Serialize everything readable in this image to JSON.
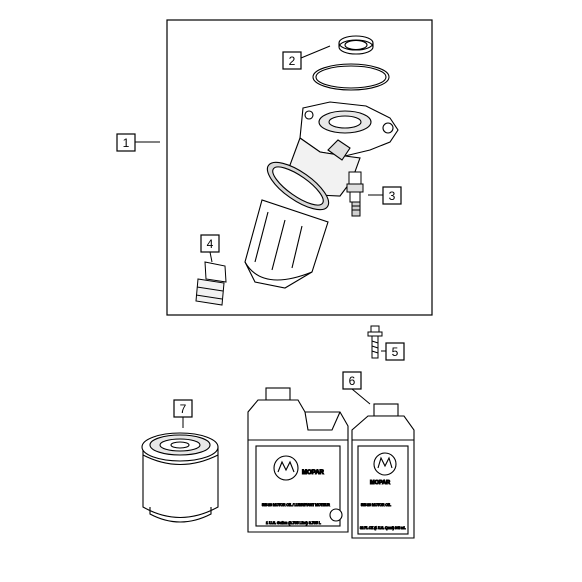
{
  "callouts": [
    {
      "id": "1",
      "label": "1"
    },
    {
      "id": "2",
      "label": "2"
    },
    {
      "id": "3",
      "label": "3"
    },
    {
      "id": "4",
      "label": "4"
    },
    {
      "id": "5",
      "label": "5"
    },
    {
      "id": "6",
      "label": "6"
    },
    {
      "id": "7",
      "label": "7"
    }
  ],
  "jug": {
    "brand": "MOPAR",
    "line1": "5W-20 MOTOR OIL / LUBRIFIANT MOTEUR",
    "volume": "1 U.S. Gallon (3.785 Liter) 3.785 L"
  },
  "bottle": {
    "brand": "MOPAR",
    "line1": "5W-20 MOTOR OIL",
    "volume": "32 FL OZ (1 U.S. Quart) 946 mL"
  },
  "colors": {
    "line": "#000000",
    "background": "#ffffff",
    "shade": "#d8d8d8"
  }
}
